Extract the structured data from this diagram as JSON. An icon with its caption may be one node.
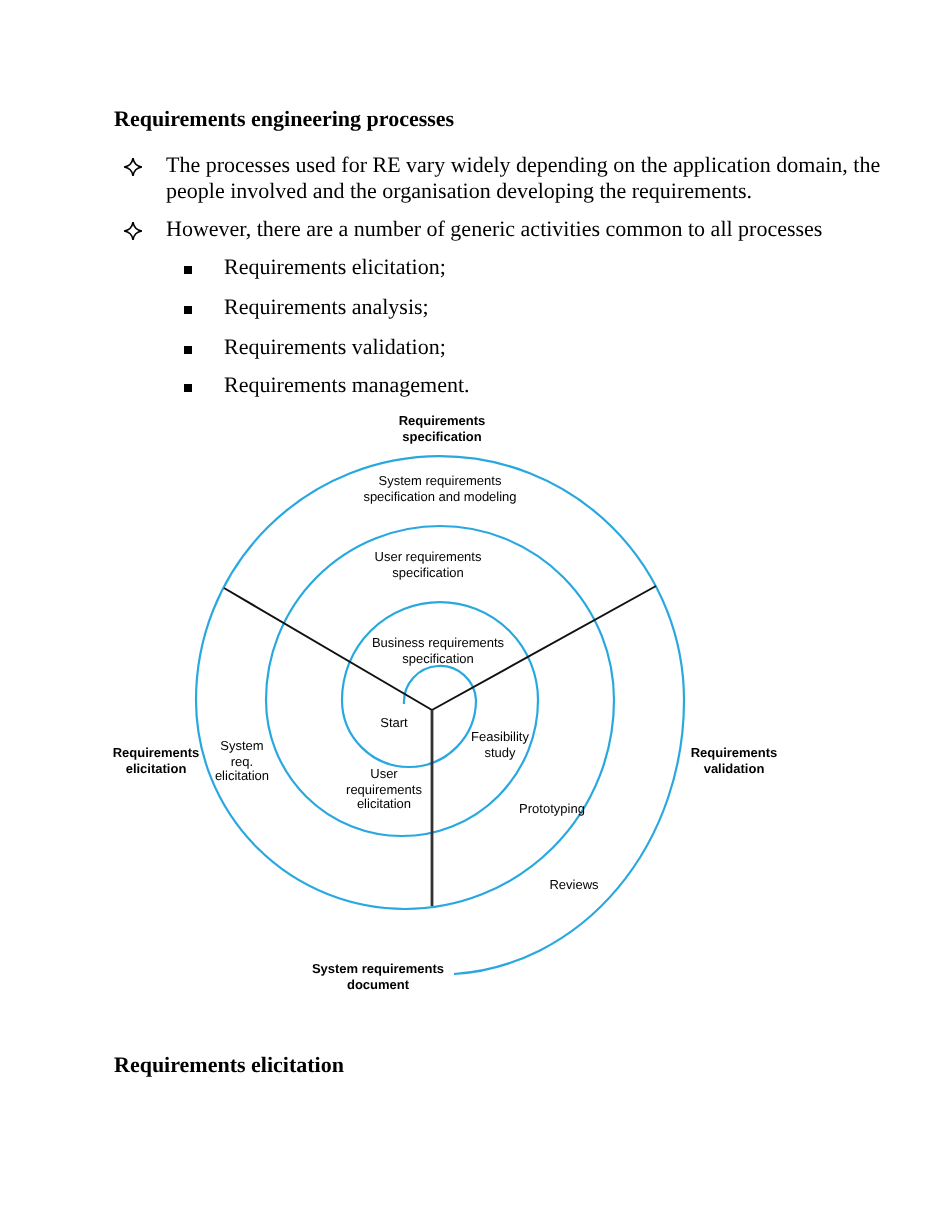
{
  "diagram": {
    "title": "Requirements engineering processes",
    "labels": [
      "The processes used for RE vary widely depending on the application domain, the people involved and the organisation developing the requirements.",
      "However, there are a number of generic activities common to all processes",
      "Requirements elicitation;",
      "Requirements analysis;",
      "Requirements validation;",
      "Requirements management.",
      "Requirements specification",
      "System requirements specification and modeling",
      "User requirements specification",
      "Business requirements specification",
      "Requirements elicitation",
      "Requirements validation",
      "Start",
      "Feasibility study",
      "System req. elicitation",
      "User requirements elicitation",
      "Prototyping",
      "Reviews",
      "System requirements document",
      "Requirements elicitation"
    ]
  }
}
